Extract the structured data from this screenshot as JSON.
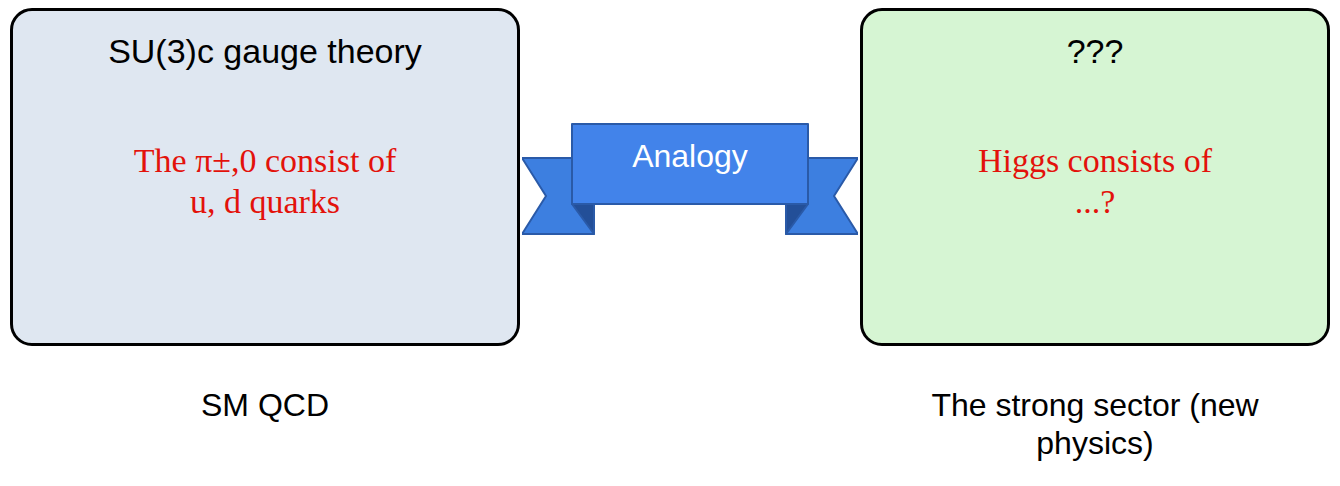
{
  "diagram": {
    "nodes": [
      {
        "text": [
          "SU(3)c gauge theory",
          "The π±,0 consist of u, d quarks",
          "SM QCD"
        ]
      },
      {
        "text": [
          "Analogy"
        ]
      },
      {
        "text": [
          "???",
          "Higgs consists of ...?",
          "The strong sector (new physics)"
        ]
      }
    ]
  }
}
